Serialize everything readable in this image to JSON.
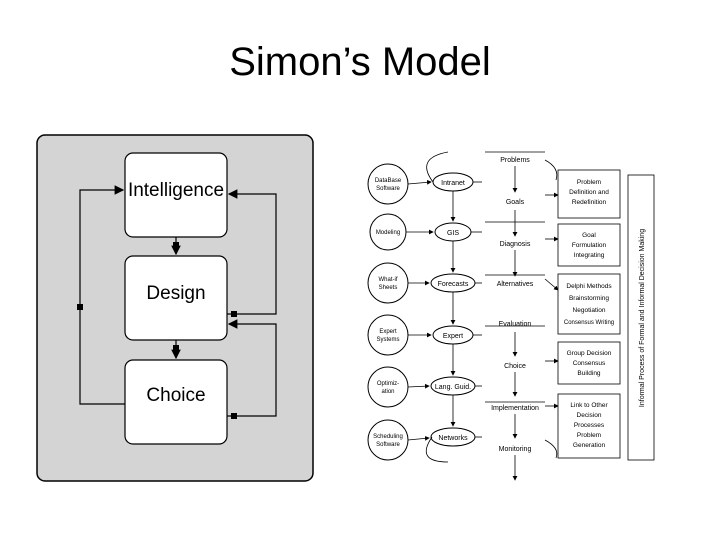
{
  "slide": {
    "title": "Simon’s Model"
  },
  "left_diagram": {
    "phases": [
      "Intelligence",
      "Design",
      "Choice"
    ],
    "colors": {
      "panel": "#d4d4d4",
      "box": "#ffffff",
      "line": "#000000"
    }
  },
  "right_diagram": {
    "side_label": "Informal Process of Formal and Informal Decision Making",
    "tools": [
      "DataBase Software",
      "Modeling",
      "What-if Sheets",
      "Expert Systems",
      "Optimiz-ation",
      "Scheduling Software"
    ],
    "systems": [
      "Intranet",
      "GIS",
      "Forecasts",
      "Expert",
      "Lang. Guid.",
      "Networks"
    ],
    "steps": [
      "Problems",
      "Goals",
      "Diagnosis",
      "Alternatives",
      "Evaluation",
      "Choice",
      "Implementation",
      "Monitoring"
    ],
    "methods": [
      [
        "Problem",
        "Definition and",
        "Redefinition"
      ],
      [
        "Goal",
        "Formulation",
        "Integrating"
      ],
      [
        "Delphi Methods",
        "Brainstorming",
        "Negotiation",
        "Consensus Writing"
      ],
      [
        "Group Decision",
        "Consensus",
        "Building"
      ],
      [
        "Link to Other",
        "Decision",
        "Processes",
        "Problem",
        "Generation"
      ]
    ]
  }
}
